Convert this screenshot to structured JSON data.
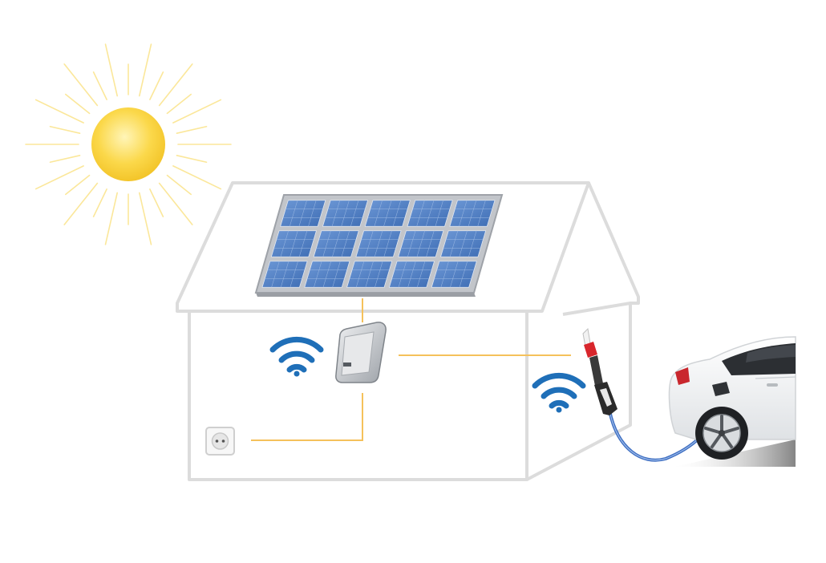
{
  "diagram": {
    "elements": [
      {
        "id": "sun",
        "icon": "sun-icon"
      },
      {
        "id": "solar-panel",
        "icon": "solar-panel-icon",
        "grid": {
          "rows": 3,
          "cols": 5
        }
      },
      {
        "id": "house",
        "icon": "house-outline"
      },
      {
        "id": "inverter",
        "icon": "inverter-icon"
      },
      {
        "id": "wall-outlet",
        "icon": "power-outlet-icon"
      },
      {
        "id": "wifi-left",
        "icon": "wifi-icon"
      },
      {
        "id": "wifi-right",
        "icon": "wifi-icon"
      },
      {
        "id": "charging-plug",
        "icon": "ev-charging-plug-icon"
      },
      {
        "id": "electric-car",
        "icon": "electric-car-icon"
      }
    ],
    "connections": [
      {
        "from": "solar-panel",
        "to": "inverter"
      },
      {
        "from": "inverter",
        "to": "wall-outlet"
      },
      {
        "from": "inverter",
        "to": "charging-plug"
      },
      {
        "from": "charging-plug",
        "to": "electric-car"
      }
    ]
  },
  "colors": {
    "sun_core": "#fbd84a",
    "sun_rays": "#fbe79a",
    "house_outline": "#dcdcdc",
    "panel_cell": "#4d7fc4",
    "panel_frame": "#b9bcc1",
    "wire": "#f5c15b",
    "wifi": "#1f6fb8",
    "cable": "#3f6fc2",
    "plug_accent": "#d8262c",
    "car_body": "#f5f6f7"
  }
}
